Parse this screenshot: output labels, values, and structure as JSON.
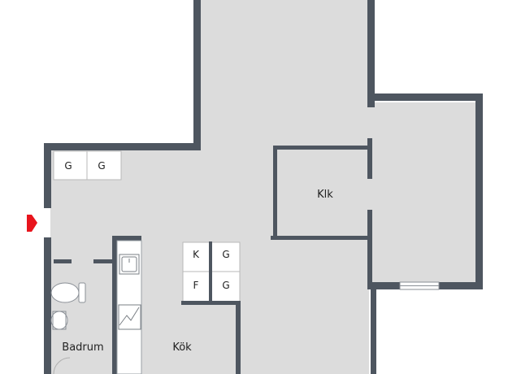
{
  "rooms": {
    "klk": "Klk",
    "kok": "Kök",
    "badrum": "Badrum"
  },
  "appliances": {
    "hall_g1": "G",
    "hall_g2": "G",
    "kitchen_k": "K",
    "kitchen_g1": "G",
    "kitchen_f": "F",
    "kitchen_g2": "G"
  },
  "colors": {
    "floor": "#dcdcdc",
    "wall": "#4e5660",
    "entrance_marker": "#e8141c"
  }
}
